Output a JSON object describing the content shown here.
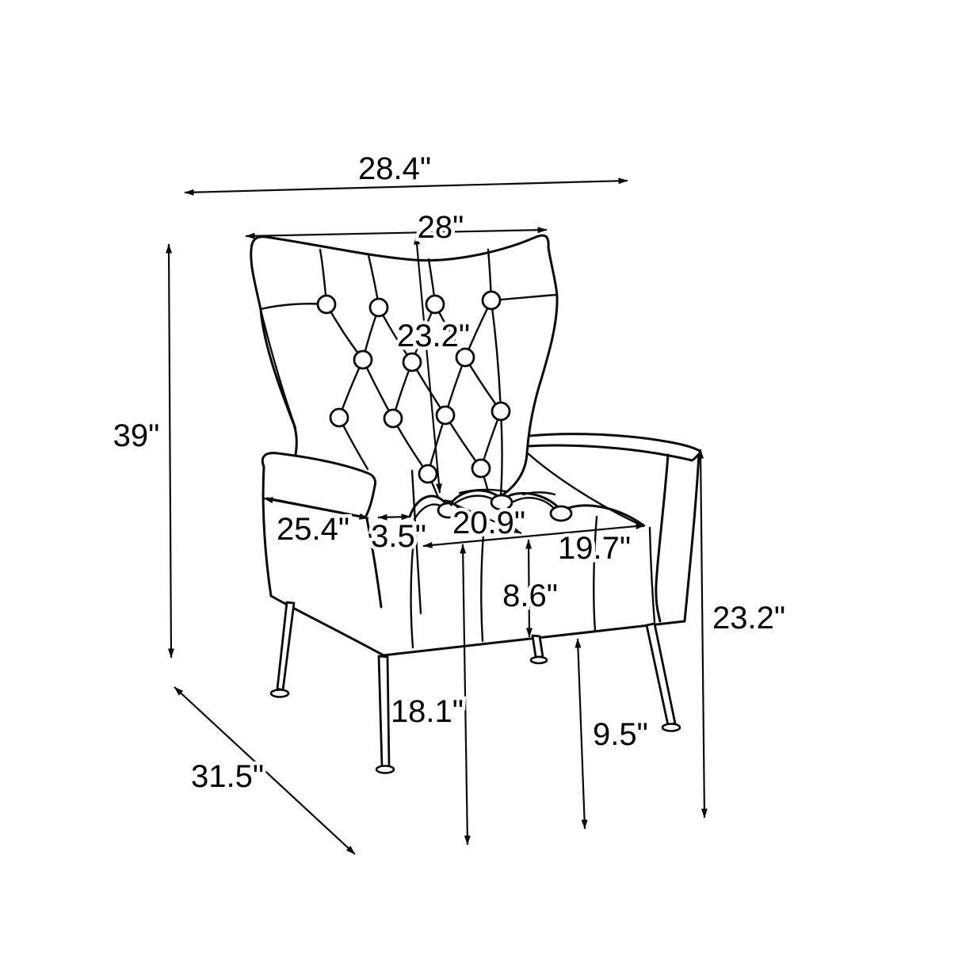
{
  "canvas": {
    "background": "#ffffff",
    "line_color": "#0a0a0a",
    "unit": "in"
  },
  "dims": {
    "overall_width": {
      "label": "28.4\"",
      "value": 28.4
    },
    "back_width": {
      "label": "28\"",
      "value": 28
    },
    "back_height": {
      "label": "23.2\"",
      "value": 23.2
    },
    "overall_height": {
      "label": "39\"",
      "value": 39
    },
    "arm_length": {
      "label": "25.4\"",
      "value": 25.4
    },
    "back_to_arm_gap": {
      "label": "3.5\"",
      "value": 3.5
    },
    "seat_depth": {
      "label": "20.9\"",
      "value": 20.9
    },
    "seat_width": {
      "label": "19.7\"",
      "value": 19.7
    },
    "seat_thickness": {
      "label": "8.6\"",
      "value": 8.6
    },
    "seat_height": {
      "label": "18.1\"",
      "value": 18.1
    },
    "rear_leg_height": {
      "label": "9.5\"",
      "value": 9.5
    },
    "arm_height": {
      "label": "23.2\"",
      "value": 23.2
    },
    "overall_depth": {
      "label": "31.5\"",
      "value": 31.5
    }
  }
}
